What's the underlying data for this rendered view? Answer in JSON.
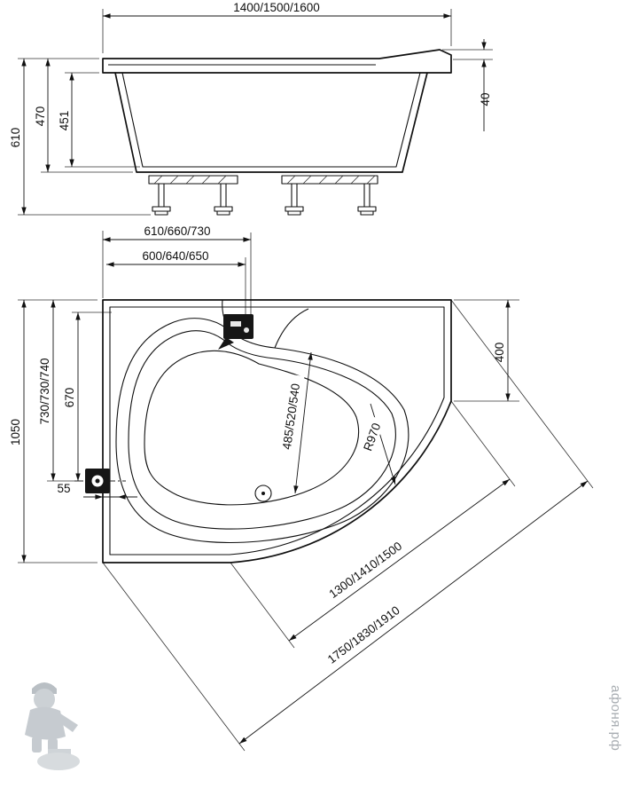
{
  "watermark": {
    "site": "афоня.рф"
  },
  "side_view": {
    "length": "1400/1500/1600",
    "total_height": "610",
    "body_height": "470",
    "inner_depth": "451",
    "rim_height": "40"
  },
  "plan_view": {
    "deck_width_outer": "610/660/730",
    "deck_width_inner": "600/640/650",
    "width_total": "1050",
    "to_side_fitting_outer": "730/730/740",
    "to_side_fitting_inner": "670",
    "wall_offset": "55",
    "bowl_width": "485/520/540",
    "corner_radius": "R970",
    "right_edge": "400",
    "diagonal_inner": "1300/1410/1500",
    "diagonal_outer": "1750/1830/1910"
  }
}
